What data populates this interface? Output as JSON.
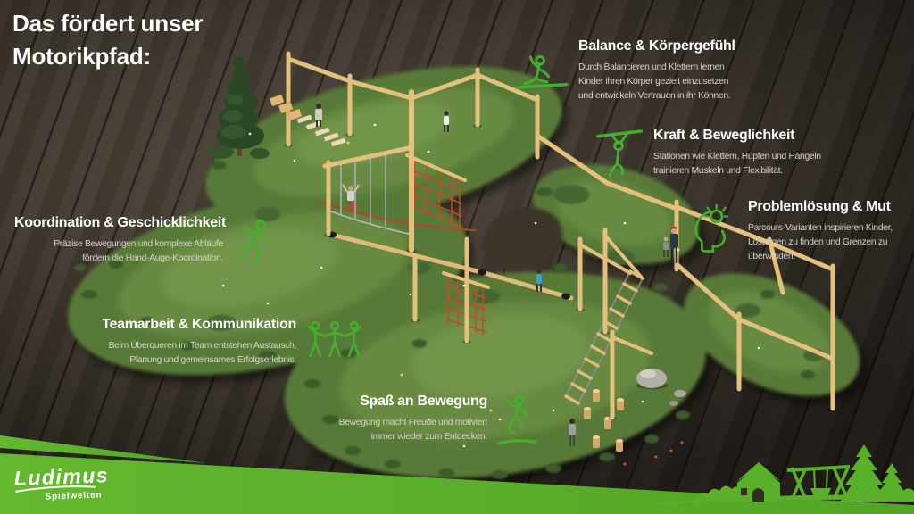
{
  "title": {
    "line1": "Das fördert unser",
    "line2": "Motorikpfad:"
  },
  "annotations": [
    {
      "id": "balance",
      "icon": "balance-figure-icon",
      "heading": "Balance & Körpergefühl",
      "lines": [
        "Durch Balancieren und Klettern lernen",
        "Kinder ihren Körper gezielt einzusetzen",
        "und entwickeln Vertrauen in ihr Können."
      ]
    },
    {
      "id": "kraft",
      "icon": "hanging-figure-icon",
      "heading": "Kraft & Beweglichkeit",
      "lines": [
        "Stationen wie Klettern, Hüpfen und Hangeln",
        "trainieren Muskeln und Flexibilität."
      ]
    },
    {
      "id": "problemloesung",
      "icon": "idea-head-icon",
      "heading": "Problemlösung & Mut",
      "lines": [
        "Parcours-Varianten inspirieren Kinder,",
        "Lösungen zu finden und Grenzen zu",
        "überwinden."
      ]
    },
    {
      "id": "koordination",
      "icon": "running-figure-icon",
      "heading": "Koordination & Geschicklichkeit",
      "lines": [
        "Präzise Bewegungen und komplexe Abläufe",
        "fördern die Hand-Auge-Koordination."
      ]
    },
    {
      "id": "teamarbeit",
      "icon": "team-figures-icon",
      "heading": "Teamarbeit & Kommunikation",
      "lines": [
        "Beim Überqueren im Team entstehen Austausch,",
        "Planung und gemeinsames Erfolgserlebnis."
      ]
    },
    {
      "id": "spass",
      "icon": "jumping-figure-icon",
      "heading": "Spaß an Bewegung",
      "lines": [
        "Bewegung macht Freude und motiviert",
        "immer wieder zum Entdecken."
      ]
    }
  ],
  "logo": {
    "name": "Ludimus",
    "tagline": "Spielwelten"
  },
  "colors": {
    "accent_green": "#43b02c",
    "band_green": "#5bb02a",
    "wood_dark": "#3b342c",
    "heading_white": "#ffffff",
    "body_text": "#d8d3cc",
    "beam_tan": "#e4c07d",
    "net_red": "#bf4e26"
  },
  "scene": {
    "description": "3D-Render eines Motorikpfads aus Holzbalken, Netzen und Seilen auf Raseninseln mit spielenden Kindern"
  }
}
